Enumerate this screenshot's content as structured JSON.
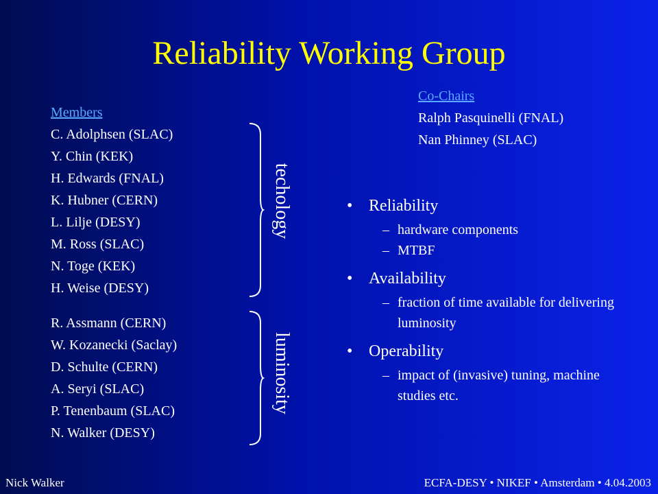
{
  "title": "Reliability Working Group",
  "members_heading": "Members",
  "technology_members": [
    "C. Adolphsen (SLAC)",
    "Y. Chin (KEK)",
    "H. Edwards (FNAL)",
    "K. Hubner (CERN)",
    "L. Lilje (DESY)",
    "M. Ross (SLAC)",
    "N. Toge (KEK)",
    "H. Weise (DESY)"
  ],
  "luminosity_members": [
    "R. Assmann (CERN)",
    "W. Kozanecki (Saclay)",
    "D. Schulte (CERN)",
    "A. Seryi (SLAC)",
    "P. Tenenbaum (SLAC)",
    "N. Walker (DESY)"
  ],
  "technology_label": "techology",
  "luminosity_label": "luminosity",
  "cochairs_heading": "Co-Chairs",
  "cochairs": [
    "Ralph Pasquinelli (FNAL)",
    "Nan Phinney (SLAC)"
  ],
  "bullets": [
    {
      "label": "Reliability",
      "subs": [
        "hardware components",
        "MTBF"
      ]
    },
    {
      "label": "Availability",
      "subs": [
        "fraction of time available for delivering luminosity"
      ]
    },
    {
      "label": "Operability",
      "subs": [
        "impact of (invasive) tuning, machine studies etc."
      ]
    }
  ],
  "bullet_glyph": "•",
  "dash_glyph": "–",
  "footer_left": "Nick Walker",
  "footer_right": "ECFA-DESY • NIKEF • Amsterdam  • 4.04.2003",
  "colors": {
    "title": "#ffff00",
    "heading": "#5aaaff",
    "text": "#ffffff",
    "background": "#0011aa"
  }
}
